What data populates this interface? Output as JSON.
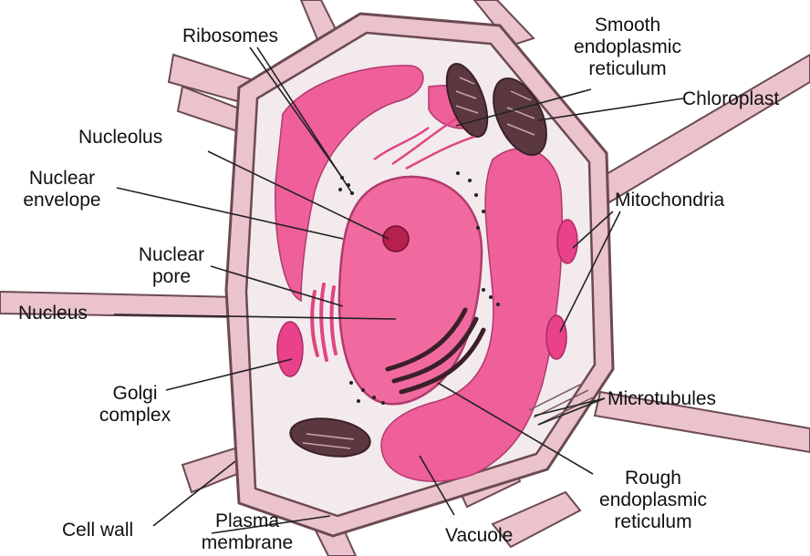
{
  "colors": {
    "wall_fill": "#eac3cc",
    "wall_edge": "#6b4a50",
    "cytoplasm": "#f3eaee",
    "vacuole": "#ef5f9a",
    "nucleus": "#f06aa0",
    "nucleolus": "#b5204f",
    "organelle_dark": "#3a2026",
    "organelle_pink": "#e9418a",
    "leader_line": "#222222"
  },
  "labels": {
    "ribosomes": "Ribosomes",
    "smooth_er": [
      "Smooth",
      "endoplasmic",
      "reticulum"
    ],
    "chloroplast": "Chloroplast",
    "nucleolus": "Nucleolus",
    "nuclear_envelope": [
      "Nuclear",
      "envelope"
    ],
    "mitochondria": "Mitochondria",
    "nuclear_pore": [
      "Nuclear",
      "pore"
    ],
    "nucleus": "Nucleus",
    "golgi_complex": [
      "Golgi",
      "complex"
    ],
    "microtubules": "Microtubules",
    "rough_er": [
      "Rough",
      "endoplasmic",
      "reticulum"
    ],
    "cell_wall": "Cell wall",
    "plasma_membrane": [
      "Plasma",
      "membrane"
    ],
    "vacuole": "Vacuole"
  }
}
